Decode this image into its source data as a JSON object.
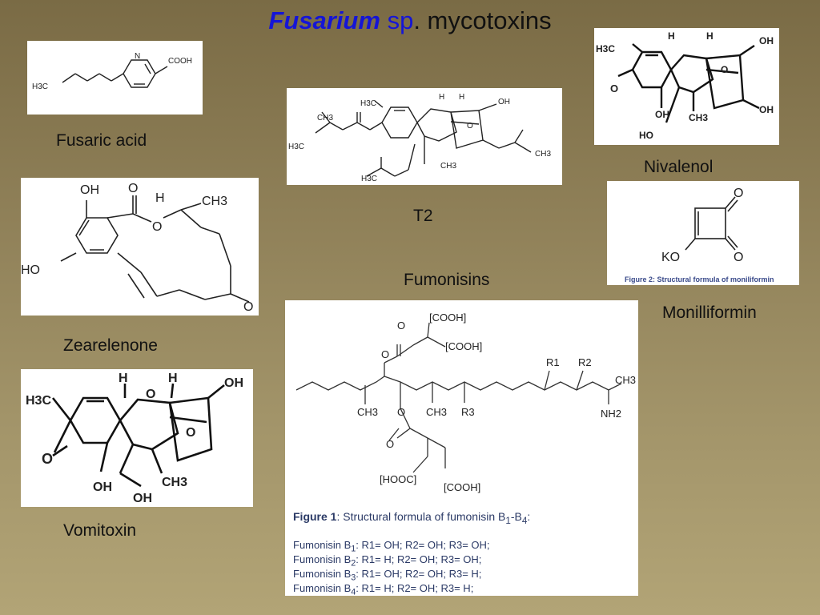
{
  "title": {
    "genus": "Fusarium",
    "sp": "sp",
    "rest": ". mycotoxins"
  },
  "labels": {
    "fusaric_acid": "Fusaric acid",
    "t2": "T2",
    "nivalenol": "Nivalenol",
    "zearelenone": "Zearelenone",
    "fumonisins": "Fumonisins",
    "moniliformin": "Monilliformin",
    "vomitoxin": "Vomitoxin"
  },
  "moniliformin_caption": "Figure 2: Structural formula of moniliformin",
  "fumonisin_figure": {
    "caption_bold": "Figure 1",
    "caption_rest": ": Structural formula of fumonisin B",
    "caption_sub1": "1",
    "caption_mid": "-B",
    "caption_sub2": "4",
    "caption_end": ":",
    "rows": [
      {
        "name": "Fumonisin B",
        "sub": "1",
        "rest": ": R1= OH; R2= OH; R3= OH;"
      },
      {
        "name": "Fumonisin B",
        "sub": "2",
        "rest": ": R1= H; R2= OH; R3= OH;"
      },
      {
        "name": "Fumonisin B",
        "sub": "3",
        "rest": ": R1= OH; R2= OH; R3= H;"
      },
      {
        "name": "Fumonisin B",
        "sub": "4",
        "rest": ": R1= H; R2= OH; R3= H;"
      }
    ]
  },
  "atoms": {
    "n": "N",
    "cooh": "COOH",
    "h3c": "H3C",
    "ch3": "CH3",
    "oh": "OH",
    "ho": "HO",
    "h": "H",
    "o": "O",
    "ko": "KO",
    "cooh_br": "[COOH]",
    "hooc_br": "[HOOC]",
    "r1": "R1",
    "r2": "R2",
    "r3": "R3",
    "nh2": "NH2"
  }
}
